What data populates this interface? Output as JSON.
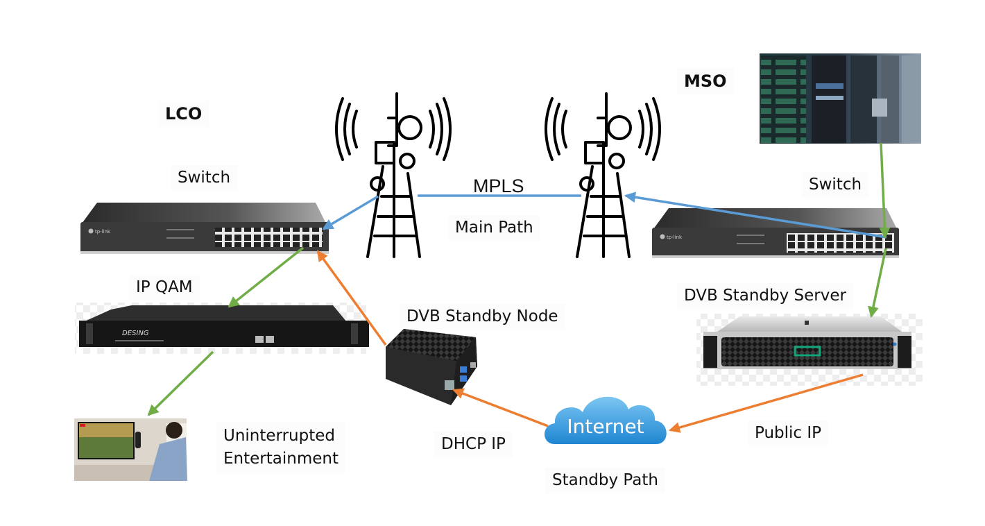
{
  "sites": {
    "lco": "LCO",
    "mso": "MSO"
  },
  "labels": {
    "lco_switch": "Switch",
    "mso_switch": "Switch",
    "ip_qam": "IP QAM",
    "dvb_standby_node": "DVB Standby Node",
    "dvb_standby_server": "DVB Standby Server",
    "mpls": "MPLS",
    "main_path": "Main Path",
    "dhcp_ip": "DHCP IP",
    "public_ip": "Public IP",
    "standby_path": "Standby Path",
    "entertainment_line1": "Uninterrupted",
    "entertainment_line2": "Entertainment",
    "internet": "Internet"
  },
  "device_text": {
    "switch_brand": "tp-link",
    "qam_brand": "DESING"
  },
  "links": [
    {
      "from": "mso-switch",
      "to": "mso-tower",
      "color": "#5b9bd5",
      "path": "main"
    },
    {
      "from": "mso-tower",
      "to": "lco-tower",
      "color": "#5b9bd5",
      "path": "main"
    },
    {
      "from": "lco-tower",
      "to": "lco-switch",
      "color": "#5b9bd5",
      "path": "main"
    },
    {
      "from": "datacenter",
      "to": "mso-switch",
      "color": "#70ad47",
      "path": "feed"
    },
    {
      "from": "mso-switch",
      "to": "dvb-standby-server",
      "color": "#70ad47",
      "path": "feed"
    },
    {
      "from": "lco-switch",
      "to": "ip-qam",
      "color": "#70ad47",
      "path": "feed"
    },
    {
      "from": "ip-qam",
      "to": "tv-viewer",
      "color": "#70ad47",
      "path": "feed"
    },
    {
      "from": "dvb-standby-server",
      "to": "internet",
      "color": "#ed7d31",
      "path": "standby"
    },
    {
      "from": "internet",
      "to": "dvb-standby-node",
      "color": "#ed7d31",
      "path": "standby"
    },
    {
      "from": "dvb-standby-node",
      "to": "lco-switch",
      "color": "#ed7d31",
      "path": "standby"
    }
  ],
  "colors": {
    "main_path": "#5b9bd5",
    "feed": "#70ad47",
    "standby_path": "#ed7d31",
    "cloud": "#3a9ee0"
  }
}
